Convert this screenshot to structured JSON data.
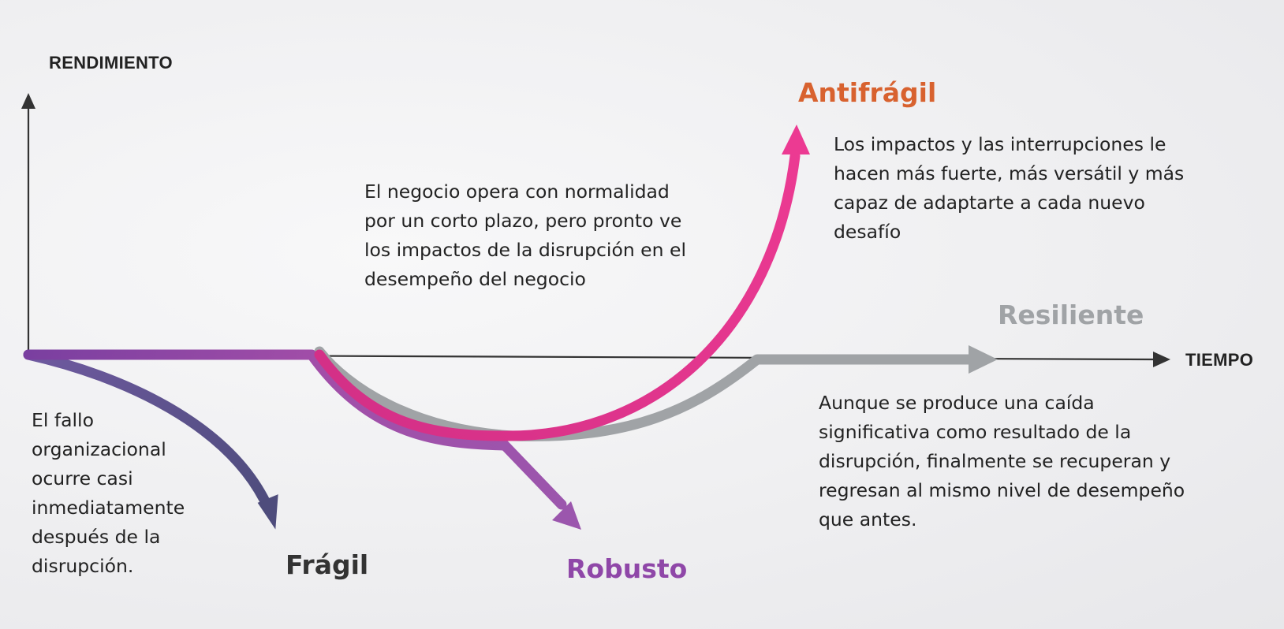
{
  "axes": {
    "y_label": "RENDIMIENTO",
    "x_label": "TIEMPO"
  },
  "curves": {
    "fragil": {
      "label": "Frágil",
      "color": "#56507f"
    },
    "robusto": {
      "label": "Robusto",
      "color": "#9a4aa8"
    },
    "resiliente": {
      "label": "Resiliente",
      "color": "#a0a3a6"
    },
    "antifragil": {
      "label": "Antifrágil",
      "color": "#e0308f",
      "label_color": "#d8622f"
    }
  },
  "descriptions": {
    "fragil": "El fallo organizacional ocurre casi inmediatamente después de la disrupción.",
    "robusto": "El negocio opera con normalidad por un corto plazo, pero pronto ve los impactos de la disrupción en el desempeño del negocio",
    "antifragil": "Los impactos y las interrupciones le hacen más fuerte, más versátil y más capaz de adaptarte a cada nuevo desafío",
    "resiliente": "Aunque se produce una caída significativa como resultado de la disrupción, finalmente se recuperan y regresan al mismo nivel de desempeño que antes."
  }
}
